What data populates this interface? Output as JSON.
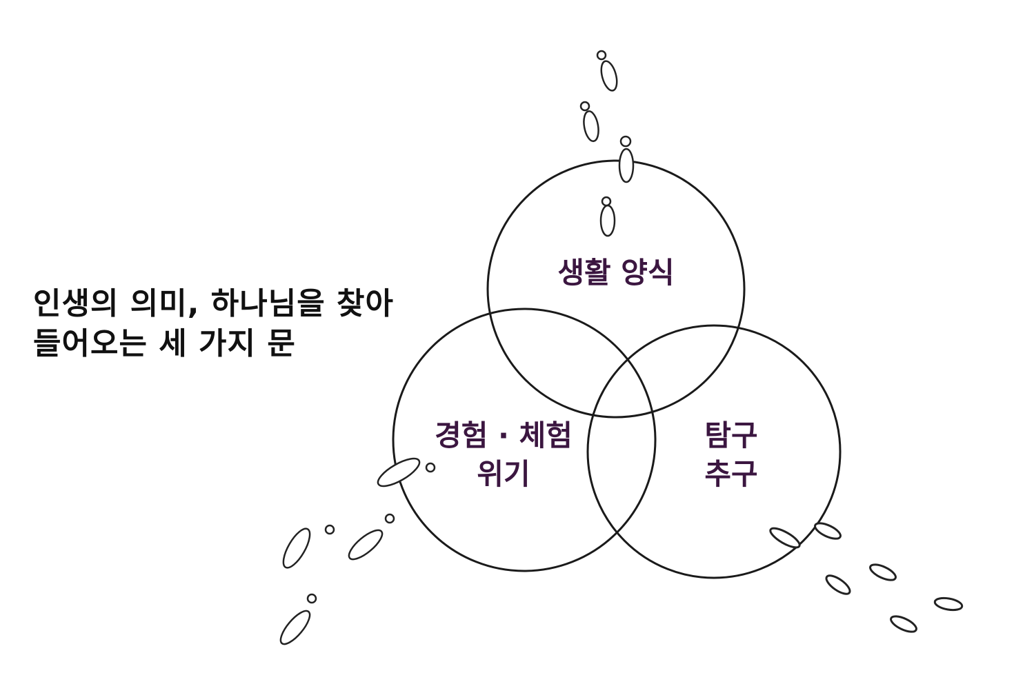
{
  "title": {
    "line1": "인생의 의미, 하나님을 찾아",
    "line2": "들어오는 세 가지 문"
  },
  "circles": [
    {
      "id": "lifestyle",
      "lines": [
        "생활 양식"
      ]
    },
    {
      "id": "experience",
      "lines": [
        "경험 · 체험",
        "위기"
      ]
    },
    {
      "id": "inquiry",
      "lines": [
        "탐구",
        "추구"
      ]
    }
  ],
  "colors": {
    "label": "#3b1640",
    "stroke": "#1a1a1a",
    "title": "#111111"
  }
}
